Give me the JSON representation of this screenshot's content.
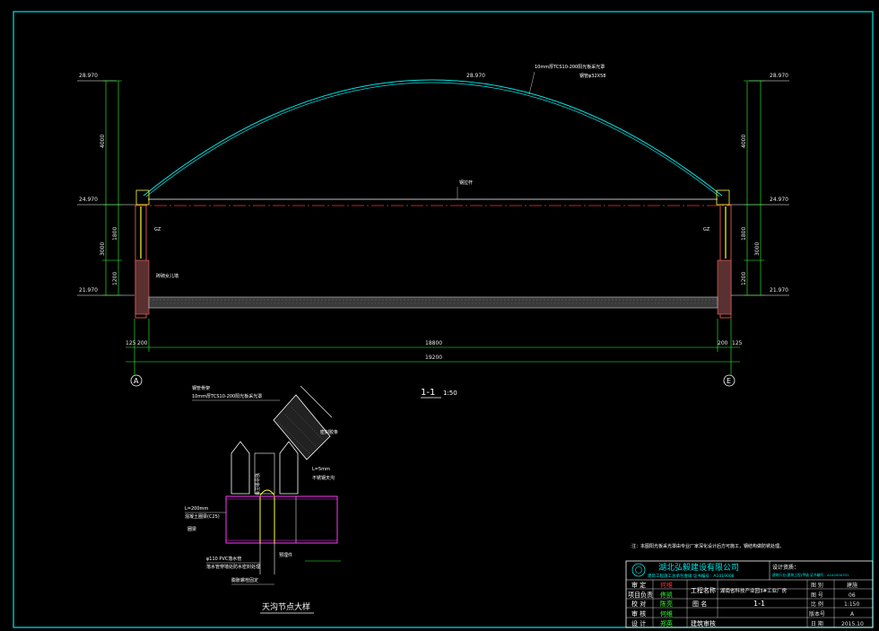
{
  "elevations": {
    "top": "28.970",
    "mid": "24.970",
    "bottom": "21.970"
  },
  "vertical_dims": {
    "arch_rise": "4000",
    "wall_total": "3000",
    "wall_upper": "1800",
    "wall_lower": "1200"
  },
  "horizontal_dims": {
    "left_small_a": "125",
    "left_small_b": "200",
    "inner_span": "18800",
    "right_small_a": "200",
    "right_small_b": "125",
    "total_span": "19200"
  },
  "axis_labels": {
    "left": "A",
    "right": "E"
  },
  "section_title": {
    "label": "1-1",
    "scale": "1:50"
  },
  "annotations": {
    "roof_panel": "10mm厚TCS10-200阳光板采光罩",
    "roof_panel_sub": "钢管φ32X58",
    "tie_beam": "钢拉杆",
    "column_left": "GZ",
    "column_right": "GZ",
    "parapet_note": "砖砌女儿墙"
  },
  "detail": {
    "title": "天沟节点大样",
    "label_top_a": "钢管骨架",
    "label_top_b": "10mm厚TCS10-200阳光板采光罩",
    "label_seal": "密封胶条",
    "label_gutter": "L=5mm",
    "label_gutter_b": "不锈钢天沟",
    "label_bracket": "铝合金压条",
    "label_l200": "L=200mm",
    "label_l200_b": "混凝土圈梁(C25)",
    "label_beam": "圈梁",
    "label_pvc": "φ110 PVC落水管",
    "label_pvc_b": "落水管穿墙处防水密封处理",
    "label_bolt": "预埋件",
    "label_bottom": "膨胀螺栓固定"
  },
  "note": "注：本图阳光板采光罩由专业厂家深化设计后方可施工，钢结构做防锈处理。",
  "title_block": {
    "company": "湖北弘毅建设有限公司",
    "company_sub": "建筑工程施工总承包壹级  证书编号：A1019008",
    "design_unit_label": "设计资质：",
    "design_unit_text": "建筑行业(建筑工程)甲级  证书编号：A142000331",
    "rows": [
      {
        "label": "审 定",
        "sign": "何维"
      },
      {
        "label": "项目负责",
        "sign": "佟凯"
      },
      {
        "label": "校 对",
        "sign": "陈亮"
      },
      {
        "label": "审 核",
        "sign": "何维"
      },
      {
        "label": "设 计",
        "sign": "郑英"
      }
    ],
    "project_label": "工程名称",
    "project_name": "湖南省科技产业园3#工业厂房",
    "drawing_label": "图 名",
    "drawing_name": "1-1",
    "designer_label": "建筑审核",
    "right_rows": [
      {
        "label": "图 别",
        "value": "建施"
      },
      {
        "label": "图 号",
        "value": "06"
      },
      {
        "label": "比 例",
        "value": "1:150"
      },
      {
        "label": "版本号",
        "value": "A"
      },
      {
        "label": "日 期",
        "value": "2015.10"
      }
    ]
  }
}
